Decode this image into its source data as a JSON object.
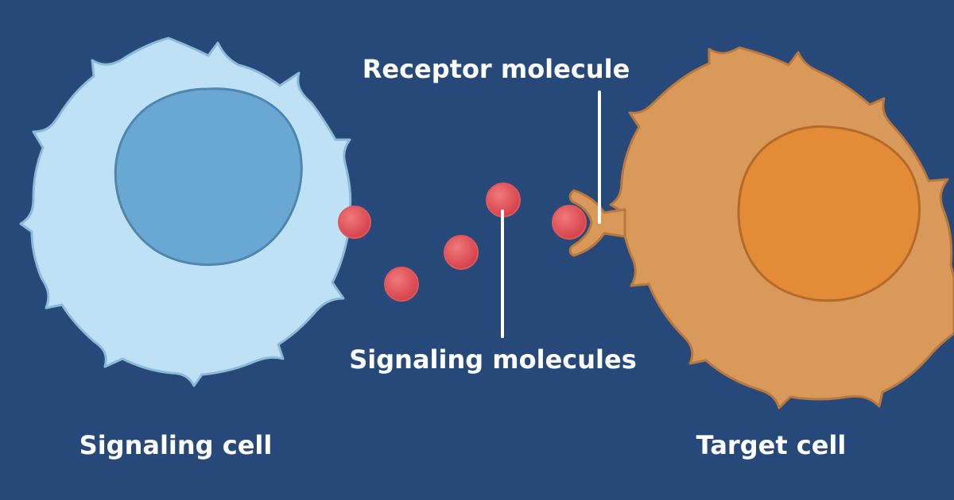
{
  "labels": {
    "receptor_molecule": "Receptor molecule",
    "signaling_molecules": "Signaling molecules",
    "signaling_cell": "Signaling cell",
    "target_cell": "Target cell"
  },
  "colors": {
    "background": "#27497a",
    "signaling_cell_membrane": "#bfe1f6",
    "signaling_cell_outline": "#8cbad8",
    "signaling_cell_nucleus": "#6aa8d4",
    "signaling_cell_nucleus_outline": "#4f86b0",
    "target_cell_membrane": "#d9995a",
    "target_cell_outline": "#b8783e",
    "target_cell_nucleus": "#e38b37",
    "target_cell_nucleus_outline": "#b46a28",
    "signaling_molecule": "#d9484c",
    "signaling_molecule_outline": "#f07274",
    "pointer_line": "#ffffff"
  },
  "signaling_molecule_count": 5
}
